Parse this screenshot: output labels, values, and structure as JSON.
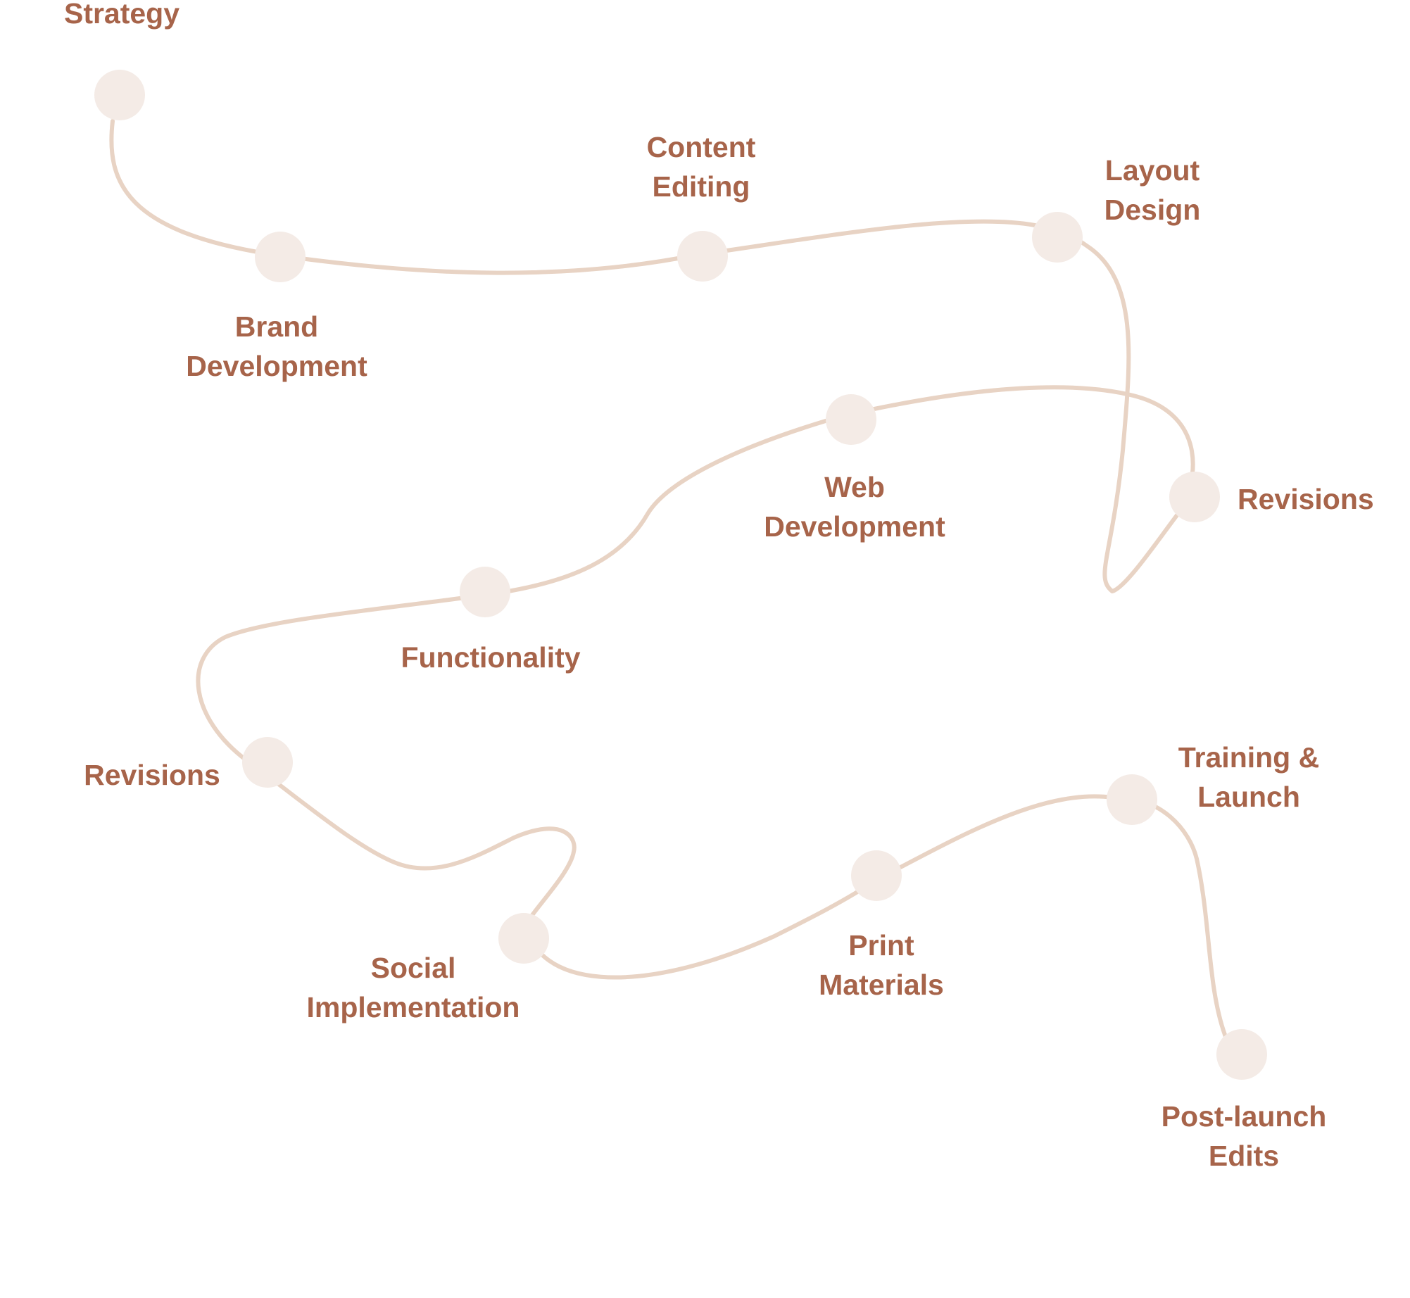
{
  "colors": {
    "path": "#e8d3c4",
    "node": "#f4ebe6",
    "label": "#a7644a"
  },
  "steps": [
    {
      "lines": [
        "Strategy"
      ]
    },
    {
      "lines": [
        "Brand",
        "Development"
      ]
    },
    {
      "lines": [
        "Content",
        "Editing"
      ]
    },
    {
      "lines": [
        "Layout",
        "Design"
      ]
    },
    {
      "lines": [
        "Revisions"
      ]
    },
    {
      "lines": [
        "Web",
        "Development"
      ]
    },
    {
      "lines": [
        "Functionality"
      ]
    },
    {
      "lines": [
        "Revisions"
      ]
    },
    {
      "lines": [
        "Social",
        "Implementation"
      ]
    },
    {
      "lines": [
        "Print",
        "Materials"
      ]
    },
    {
      "lines": [
        "Training &",
        "Launch"
      ]
    },
    {
      "lines": [
        "Post-launch",
        "Edits"
      ]
    }
  ]
}
